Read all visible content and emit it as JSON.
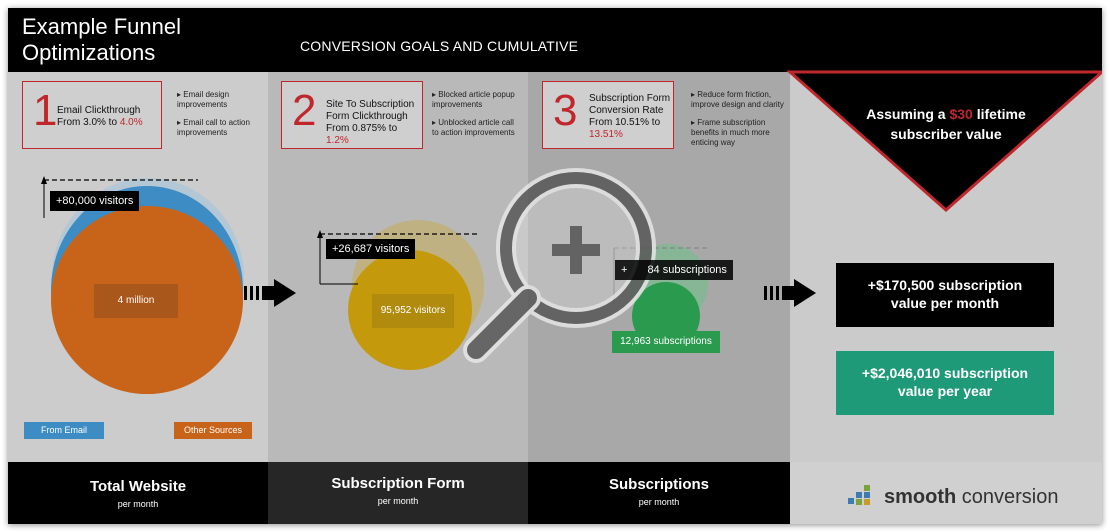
{
  "header": {
    "title_line1": "Example Funnel",
    "title_line2": "Optimizations",
    "subtitle": "CONVERSION GOALS AND CUMULATIVE"
  },
  "goals": [
    {
      "number": "1",
      "text_line1": "Email Clickthrough",
      "text_line2_prefix": "From 3.0% to ",
      "text_line2_highlight": "4.0%",
      "bullets": [
        "Email design improvements",
        "Email call to action improvements"
      ]
    },
    {
      "number": "2",
      "text_line1": "Site To Subscription",
      "text_line2": "Form Clickthrough",
      "text_line3_prefix": "From 0.875% to ",
      "text_line3_highlight": "1.2%",
      "bullets": [
        "Blocked article popup improvements",
        "Unblocked article call to action improvements"
      ]
    },
    {
      "number": "3",
      "text_line1": "Subscription Form",
      "text_line2": "Conversion Rate",
      "text_line3": "From 10.51% to",
      "text_line4_highlight": "13.51%",
      "bullets": [
        "Reduce form friction, improve design and clarity",
        "Frame subscription benefits in much more enticing way"
      ]
    }
  ],
  "stages": {
    "website": {
      "increase": "+80,000 visitors",
      "base": "4 million"
    },
    "form": {
      "increase": "+26,687 visitors",
      "base": "95,952 visitors"
    },
    "subscriptions": {
      "increase_prefix": "+",
      "increase_visible": "84 subscriptions",
      "base": "12,963 subscriptions"
    }
  },
  "legend": {
    "email": "From Email",
    "other": "Other Sources"
  },
  "value": {
    "assumption_prefix": "Assuming a ",
    "assumption_highlight": "$30",
    "assumption_line1_suffix": " lifetime",
    "assumption_line2": "subscriber value",
    "monthly_line1": "+$170,500 subscription",
    "monthly_line2": "value per month",
    "yearly_line1": "+$2,046,010 subscription",
    "yearly_line2": "value per year"
  },
  "footer": [
    {
      "title": "Total Website",
      "sub": "per month"
    },
    {
      "title": "Subscription Form",
      "sub": "per month"
    },
    {
      "title": "Subscriptions",
      "sub": "per month"
    }
  ],
  "logo": {
    "word1": "smooth",
    "word2": "conversion"
  },
  "colors": {
    "accent_red": "#c0272d",
    "orange": "#c8641a",
    "email_blue": "#3d8cc4",
    "gold": "#c49a0c",
    "green": "#2a9a4f",
    "teal": "#1f9a78"
  },
  "icons": [
    "zoom-in-magnifier-icon",
    "arrow-right-icon"
  ]
}
